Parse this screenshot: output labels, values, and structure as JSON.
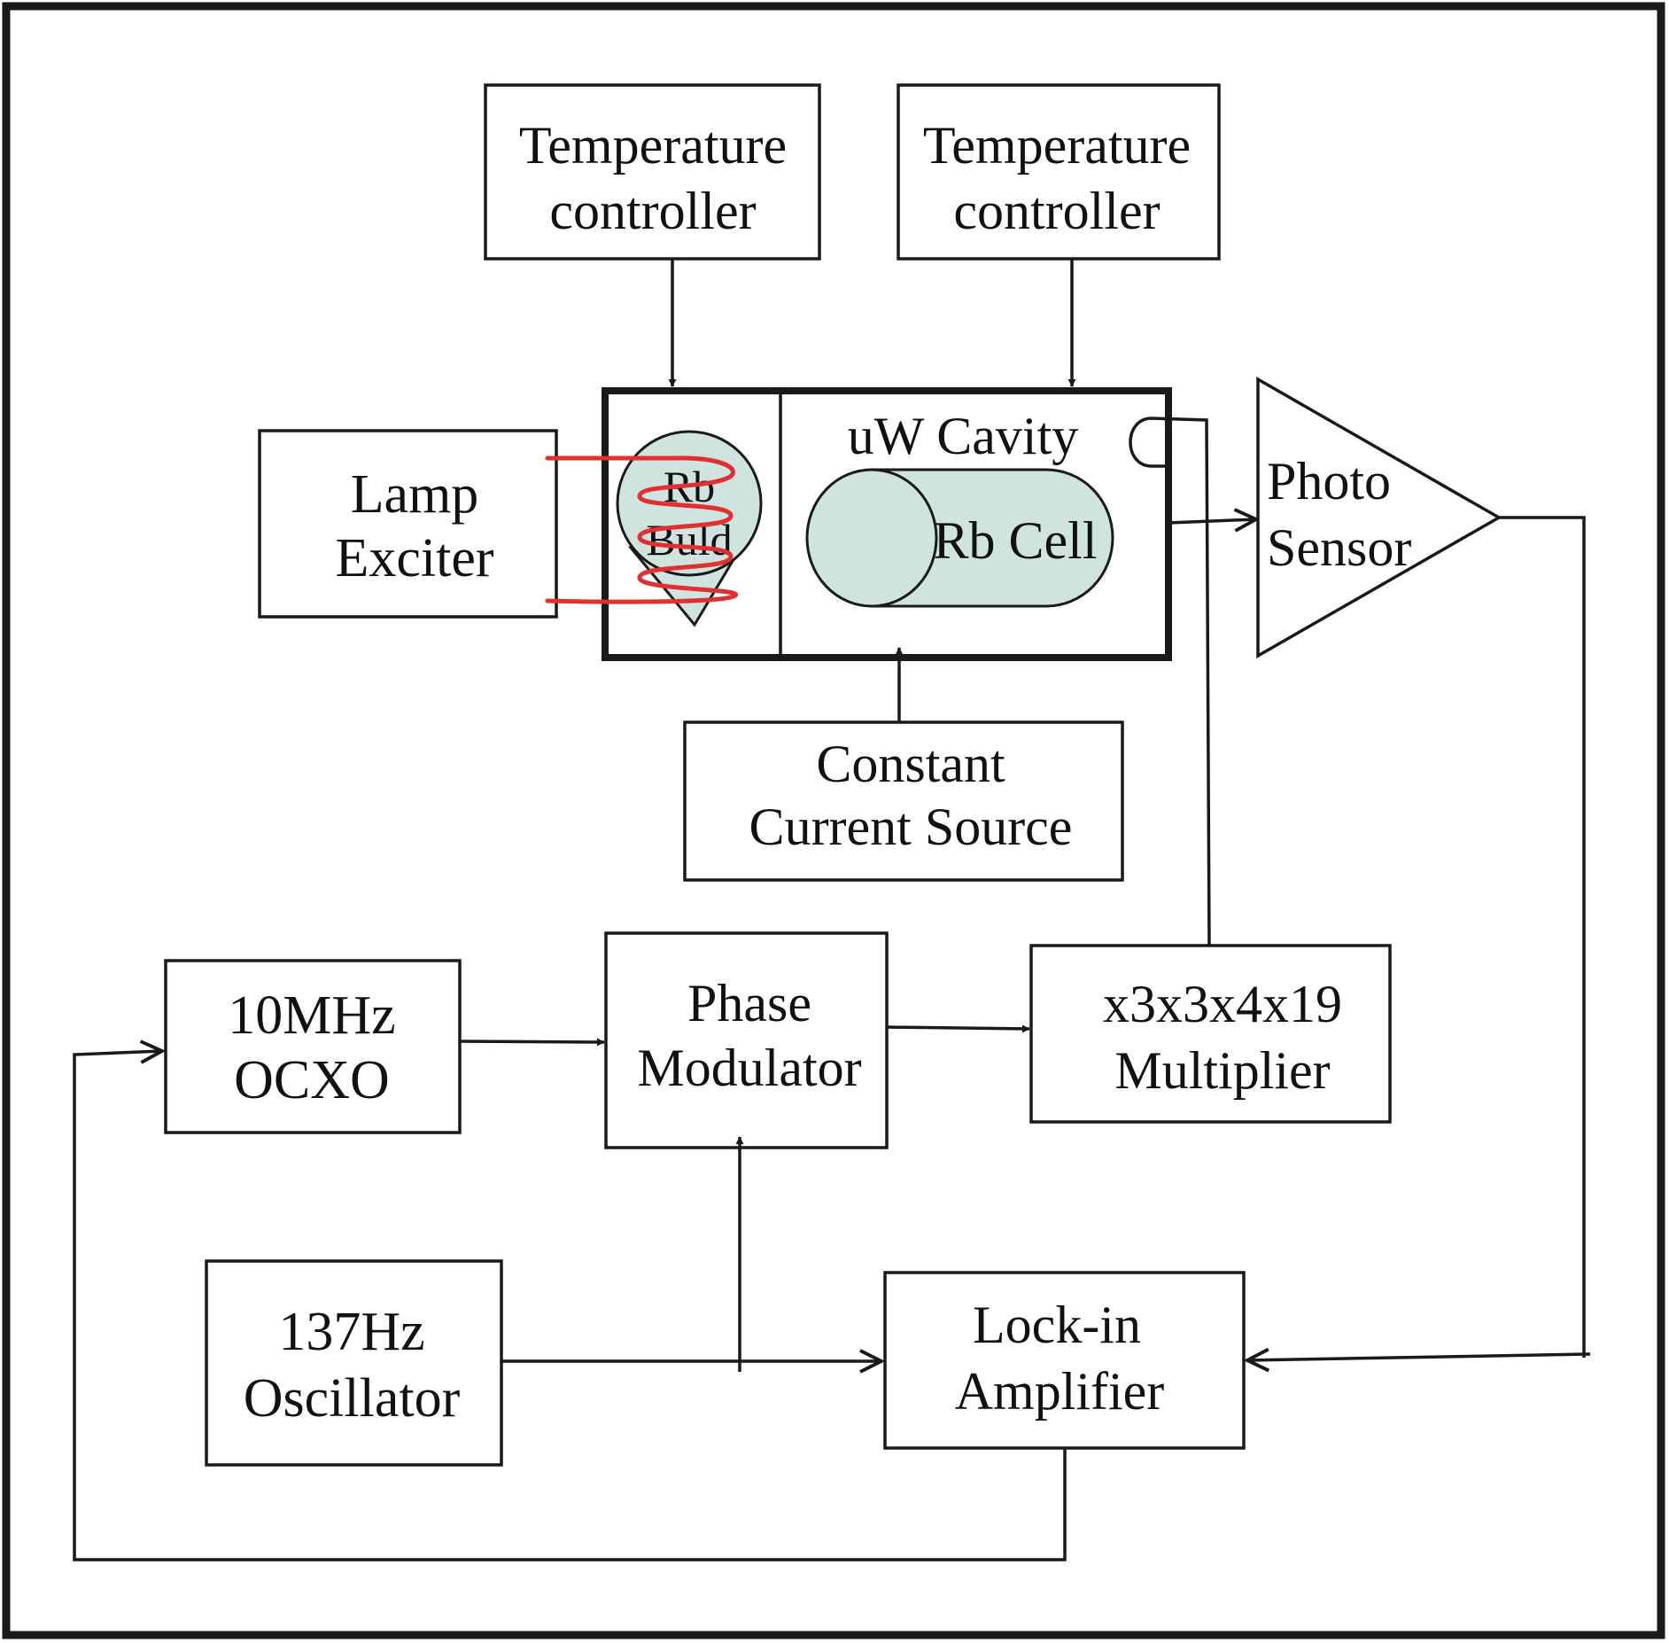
{
  "colors": {
    "line": "#1a1a1a",
    "fill_teal": "#cfe3df",
    "coil_red": "#e03030",
    "background": "#ffffff"
  },
  "blocks": {
    "temp_ctrl_1": {
      "line1": "Temperature",
      "line2": "controller"
    },
    "temp_ctrl_2": {
      "line1": "Temperature",
      "line2": "controller"
    },
    "lamp_exciter": {
      "line1": "Lamp",
      "line2": "Exciter"
    },
    "rb_bulb": {
      "line1": "Rb",
      "line2": "Buld"
    },
    "cavity": {
      "label": "uW Cavity"
    },
    "rb_cell": {
      "label": "Rb Cell"
    },
    "photo_sensor": {
      "line1": "Photo",
      "line2": "Sensor"
    },
    "current_source": {
      "line1": "Constant",
      "line2": "Current Source"
    },
    "ocxo": {
      "line1": "10MHz",
      "line2": "OCXO"
    },
    "phase_mod": {
      "line1": "Phase",
      "line2": "Modulator"
    },
    "multiplier": {
      "line1": "x3x3x4x19",
      "line2": "Multiplier"
    },
    "oscillator": {
      "line1": "137Hz",
      "line2": "Oscillator"
    },
    "lockin": {
      "line1": "Lock-in",
      "line2": "Amplifier"
    }
  }
}
